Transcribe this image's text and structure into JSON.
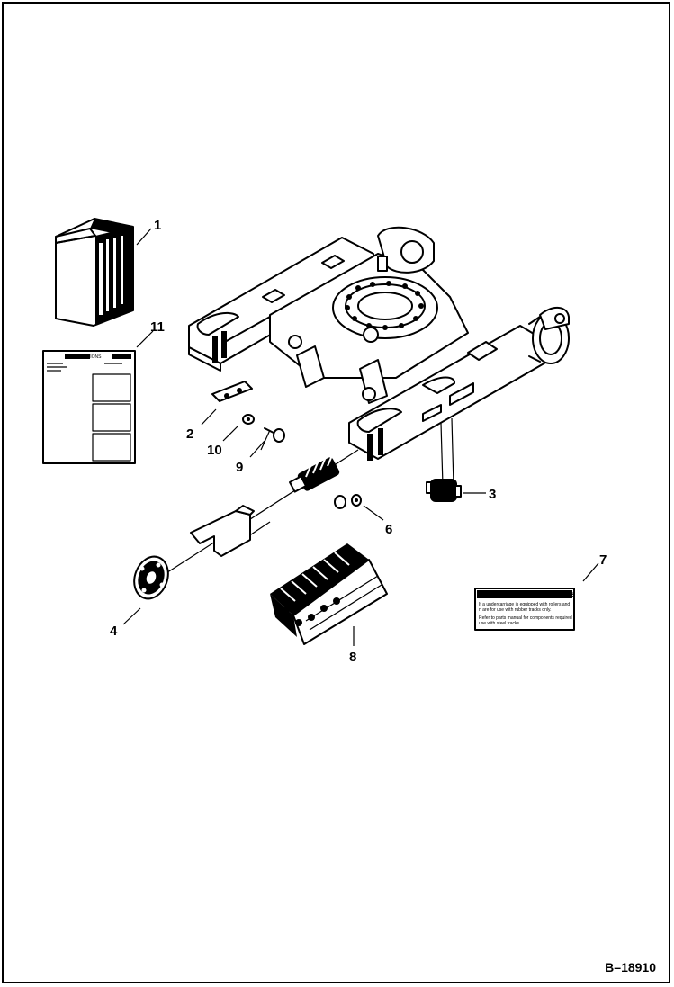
{
  "figure_id": "B–18910",
  "callouts": [
    "1",
    "2",
    "3",
    "4",
    "6",
    "7",
    "8",
    "9",
    "10",
    "11"
  ],
  "decal": {
    "title": "UNDERCARRIAGE COMPONENTS",
    "line1": "If a undercarriage is equipped with rollers and",
    "line2": "n are for use with rubber tracks only.",
    "line3": "Refer to parts manual for components required",
    "line4": "use with steel tracks."
  },
  "manual_cover": {
    "title": "INSTRUCTIONS"
  }
}
